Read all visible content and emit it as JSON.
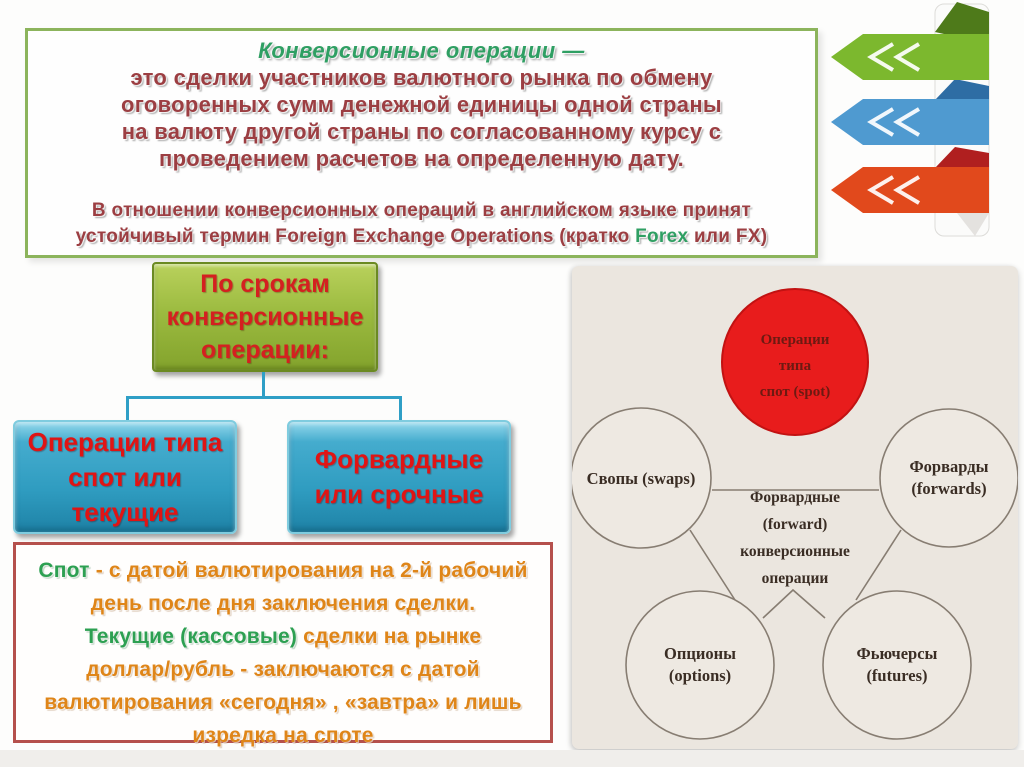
{
  "slide": {
    "definition_box": {
      "title": "Конверсионные операции —",
      "body_lines": [
        "это сделки участников валютного рынка по обмену",
        "оговоренных сумм денежной единицы одной страны",
        "на валюту другой страны по согласованному курсу с",
        "проведением расчетов на определенную дату."
      ],
      "note_line1": "В отношении конверсионных операций в английском языке принят",
      "note_line2_pre": "устойчивый термин Foreign Exchange Operations (кратко ",
      "note_line2_forex": "Forex",
      "note_line2_post": " или FX)"
    },
    "tree": {
      "root_lines": [
        "По срокам",
        "конверсионные",
        "операции:"
      ],
      "left_node_lines": [
        "Операции типа",
        "спот или",
        "текущие"
      ],
      "right_node_lines": [
        "Форвардные",
        "или срочные"
      ]
    },
    "spot_note": {
      "seg1_green": "Спот",
      "seg1_orange": " - с датой валютирования на 2-й рабочий",
      "line2": "день после дня заключения сделки.",
      "seg3_green": "Текущие (кассовые)",
      "seg3_orange": " сделки на рынке",
      "line4": "доллар/рубль -  заключаются с датой",
      "line5": "валютирования «сегодня» , «завтра»  и лишь",
      "line6": "изредка на споте"
    },
    "diagram": {
      "spot_circle_lines": [
        "Операции",
        "типа",
        "спот (spot)"
      ],
      "hub_lines": [
        "Форвардные",
        "(forward)",
        "конверсионные",
        "операции"
      ],
      "swaps_label": "Свопы (swaps)",
      "forwards_lines": [
        "Форварды",
        "(forwards)"
      ],
      "options_lines": [
        "Опционы",
        "(options)"
      ],
      "futures_lines": [
        "Фьючерсы",
        "(futures)"
      ]
    },
    "colors": {
      "ribbon_green": "#7cb82e",
      "ribbon_green_dark": "#4e7a1a",
      "ribbon_blue": "#4f9ad0",
      "ribbon_blue_dark": "#2e6da4",
      "ribbon_orange": "#e1491c",
      "ribbon_red_dark": "#b01f1f",
      "title_green": "#2f9f63",
      "body_red": "#9c3e42",
      "node_text_red": "#d81f1f",
      "note_orange": "#df8518",
      "note_green": "#2da052",
      "spot_circle_red": "#e81c1c",
      "connector_blue": "#2f9fc6"
    }
  }
}
